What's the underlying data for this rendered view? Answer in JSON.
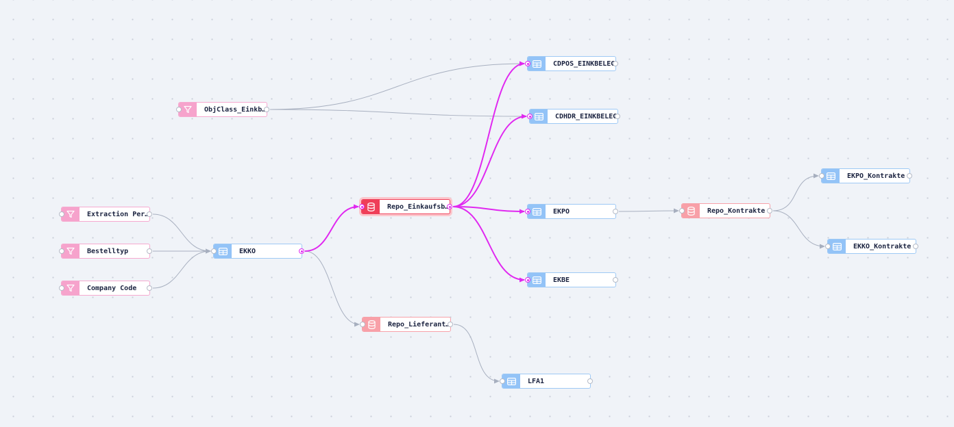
{
  "colors": {
    "highlight": "#e028f0",
    "edge": "#a7afbf",
    "table": "#93c3f7",
    "filter": "#f6a3cc",
    "repo": "#f8a0a8",
    "repo_selected": "#ef3e58"
  },
  "nodes": [
    {
      "id": "objclass",
      "label": "ObjClass_Einkb…",
      "type": "filter",
      "icon": "filter-icon"
    },
    {
      "id": "extraction",
      "label": "Extraction Per…",
      "type": "filter",
      "icon": "filter-icon"
    },
    {
      "id": "bestelltyp",
      "label": "Bestelltyp",
      "type": "filter",
      "icon": "filter-icon"
    },
    {
      "id": "companycode",
      "label": "Company Code",
      "type": "filter",
      "icon": "filter-icon"
    },
    {
      "id": "ekko",
      "label": "EKKO",
      "type": "table",
      "icon": "table-icon"
    },
    {
      "id": "repo_einkauf",
      "label": "Repo_Einkaufsb…",
      "type": "repo",
      "icon": "database-icon",
      "selected": true
    },
    {
      "id": "repo_lief",
      "label": "Repo_Lieferant…",
      "type": "repo",
      "icon": "database-icon"
    },
    {
      "id": "lfa1",
      "label": "LFA1",
      "type": "table",
      "icon": "table-icon"
    },
    {
      "id": "cdpos",
      "label": "CDPOS_EINKBELEG",
      "type": "table",
      "icon": "table-icon"
    },
    {
      "id": "cdhdr",
      "label": "CDHDR_EINKBELEG",
      "type": "table",
      "icon": "table-icon"
    },
    {
      "id": "ekpo",
      "label": "EKPO",
      "type": "table",
      "icon": "table-icon"
    },
    {
      "id": "ekbe",
      "label": "EKBE",
      "type": "table",
      "icon": "table-icon"
    },
    {
      "id": "repo_kontrakte",
      "label": "Repo_Kontrakte",
      "type": "repo",
      "icon": "database-icon"
    },
    {
      "id": "ekpo_k",
      "label": "EKPO_Kontrakte",
      "type": "table",
      "icon": "table-icon"
    },
    {
      "id": "ekko_k",
      "label": "EKKO_Kontrakte",
      "type": "table",
      "icon": "table-icon"
    }
  ],
  "edges": [
    {
      "from": "objclass",
      "to": "cdpos"
    },
    {
      "from": "objclass",
      "to": "cdhdr"
    },
    {
      "from": "extraction",
      "to": "ekko"
    },
    {
      "from": "bestelltyp",
      "to": "ekko"
    },
    {
      "from": "companycode",
      "to": "ekko"
    },
    {
      "from": "ekko",
      "to": "repo_einkauf",
      "highlight": true
    },
    {
      "from": "ekko",
      "to": "repo_lief"
    },
    {
      "from": "repo_lief",
      "to": "lfa1"
    },
    {
      "from": "repo_einkauf",
      "to": "cdpos",
      "highlight": true
    },
    {
      "from": "repo_einkauf",
      "to": "cdhdr",
      "highlight": true
    },
    {
      "from": "repo_einkauf",
      "to": "ekpo",
      "highlight": true
    },
    {
      "from": "repo_einkauf",
      "to": "ekbe",
      "highlight": true
    },
    {
      "from": "ekpo",
      "to": "repo_kontrakte"
    },
    {
      "from": "repo_kontrakte",
      "to": "ekpo_k"
    },
    {
      "from": "repo_kontrakte",
      "to": "ekko_k"
    }
  ]
}
